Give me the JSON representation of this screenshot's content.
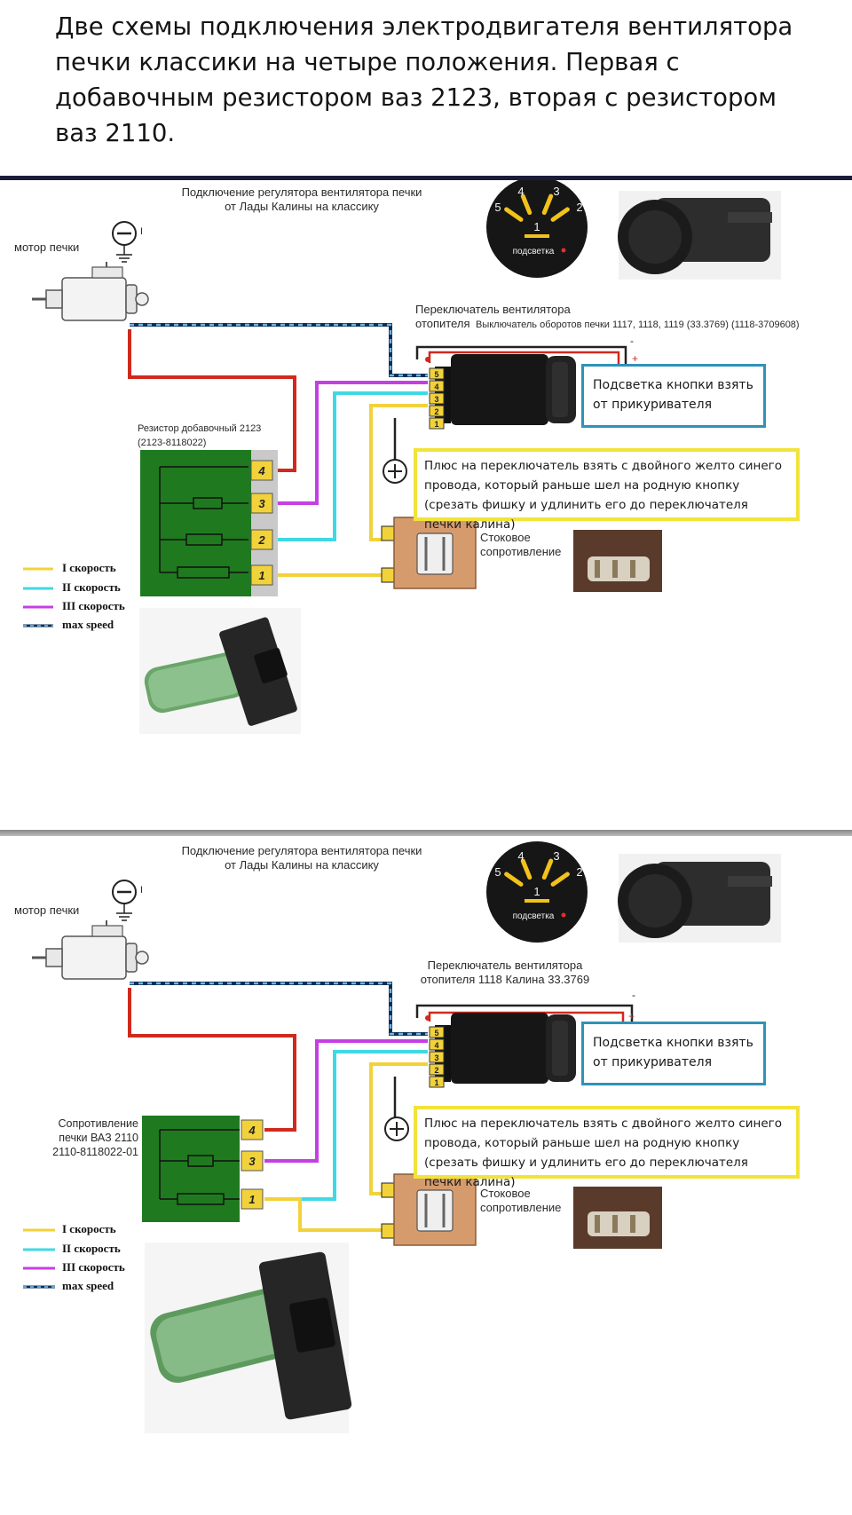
{
  "title": "Две схемы подключения электродвигателя вентилятора печки классики на четыре положения. Первая с добавочным резистором ваз 2123, вторая с резистором  ваз 2110.",
  "colors": {
    "speed1": "#f2d23b",
    "speed2": "#3fd9e4",
    "speed3": "#c63fe3",
    "max": "#1b5fa0",
    "red": "#cf2a1d",
    "resistor_green": "#1f7a1f",
    "box_blue": "#2f93b7",
    "box_yellow": "#f2e33a",
    "stock_res": "#d69b6c"
  },
  "diagram1": {
    "header": "Подключение регулятора вентилятора печки\nот Лады Калины на классику",
    "motor_label": "мотор печки",
    "ground_mark": "I",
    "switch_title": "Переключатель вентилятора\nотопителя",
    "switch_subtitle": "Выключатель оборотов печки 1117, 1118, 1119 (33.3769)  (1118-3709608)",
    "dial_label": "подсветка",
    "dial_numbers": [
      "5",
      "4",
      "3",
      "2",
      "1"
    ],
    "resistor_label": "Резистор добавочный 2123\n(2123-8118022)",
    "resistor_pins": [
      "4",
      "3",
      "2",
      "1"
    ],
    "switch_pins": [
      "5",
      "4",
      "3",
      "2",
      "1"
    ],
    "backlight_note": "Подсветка кнопки взять от прикуривателя",
    "plus_note": "Плюс на переключатель взять с двойного желто синего провода, который раньше шел на родную кнопку (срезать фишку и удлинить его до переключателя печки калина)",
    "stock_label": "Стоковое\nсопротивление",
    "legend": [
      "I скорость",
      "II скорость",
      "III скорость",
      "max speed"
    ],
    "wire_marks": {
      "minus": "-",
      "plus": "+"
    }
  },
  "diagram2": {
    "header": "Подключение регулятора вентилятора печки\nот Лады Калины на классику",
    "motor_label": "мотор печки",
    "ground_mark": "I",
    "switch_title": "Переключатель вентилятора\nотопителя 1118 Калина 33.3769",
    "dial_label": "подсветка",
    "dial_numbers": [
      "5",
      "4",
      "3",
      "2",
      "1"
    ],
    "resistor_label": "Сопротивление\nпечки ВАЗ 2110\n2110-8118022-01",
    "resistor_pins": [
      "4",
      "3",
      "1"
    ],
    "switch_pins": [
      "5",
      "4",
      "3",
      "2",
      "1"
    ],
    "backlight_note": "Подсветка кнопки взять от прикуривателя",
    "plus_note": "Плюс на переключатель взять с двойного желто синего провода, который раньше шел на родную кнопку (срезать фишку и удлинить его до переключателя печки калина)",
    "stock_label": "Стоковое\nсопротивление",
    "legend": [
      "I скорость",
      "II скорость",
      "III скорость",
      "max speed"
    ],
    "wire_marks": {
      "minus": "-",
      "plus": "+"
    }
  }
}
